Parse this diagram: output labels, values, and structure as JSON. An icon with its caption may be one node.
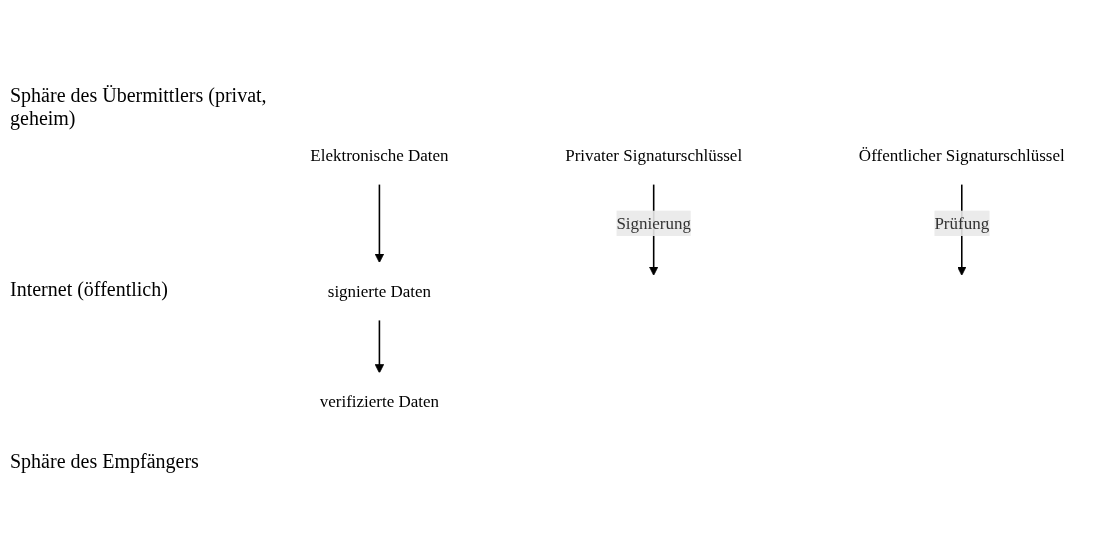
{
  "diagram": {
    "nodes": [
      {
        "text": [
          "Elektronische Daten"
        ]
      },
      {
        "text": [
          "signierte Daten"
        ]
      },
      {
        "text": [
          "verifizierte Daten"
        ]
      },
      {
        "text": [
          "Privater Signaturschlüssel"
        ]
      },
      {
        "text": [
          "Öffentlicher Signaturschlüssel"
        ]
      }
    ],
    "edges": [
      {
        "from": 0,
        "to": 1,
        "arrow": "to"
      },
      {
        "from": 3,
        "to": null,
        "arrow": "to",
        "label": "Signierung"
      },
      {
        "from": 1,
        "to": 2,
        "arrow": "to"
      },
      {
        "from": 4,
        "to": null,
        "arrow": "to",
        "label": "Prüfung"
      }
    ],
    "labels": [
      "Sphäre des Übermittlers (privat, geheim)",
      "Internet (öffentlich)",
      "Sphäre des Empfängers"
    ]
  }
}
